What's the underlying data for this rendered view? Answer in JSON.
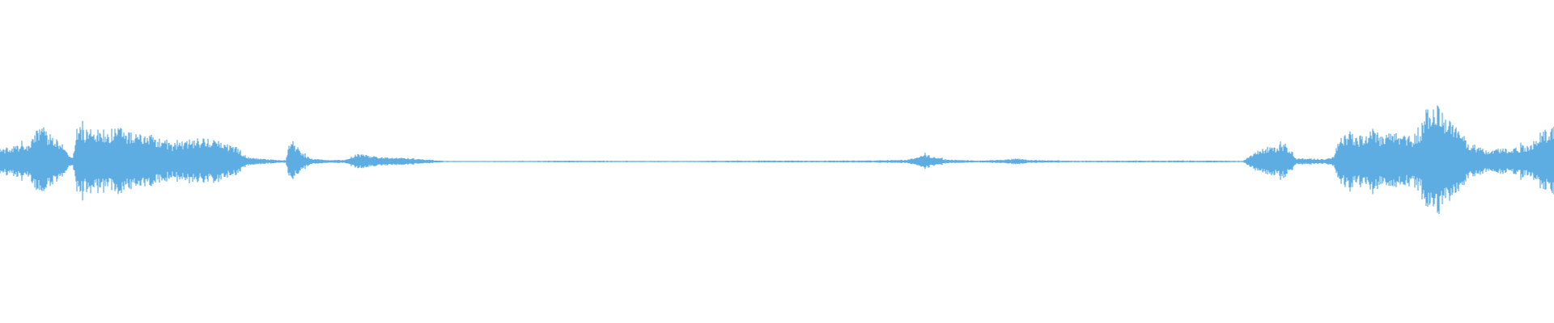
{
  "waveform": {
    "color": "#5dade2",
    "background": "#ffffff",
    "envelope": [
      [
        0.0,
        0.08
      ],
      [
        0.01,
        0.1
      ],
      [
        0.018,
        0.11
      ],
      [
        0.024,
        0.2
      ],
      [
        0.028,
        0.22
      ],
      [
        0.032,
        0.17
      ],
      [
        0.04,
        0.13
      ],
      [
        0.044,
        0.04
      ],
      [
        0.047,
        0.03
      ],
      [
        0.05,
        0.24
      ],
      [
        0.056,
        0.2
      ],
      [
        0.06,
        0.23
      ],
      [
        0.064,
        0.21
      ],
      [
        0.07,
        0.2
      ],
      [
        0.078,
        0.23
      ],
      [
        0.082,
        0.19
      ],
      [
        0.088,
        0.18
      ],
      [
        0.094,
        0.16
      ],
      [
        0.098,
        0.17
      ],
      [
        0.104,
        0.14
      ],
      [
        0.11,
        0.11
      ],
      [
        0.116,
        0.13
      ],
      [
        0.124,
        0.14
      ],
      [
        0.132,
        0.15
      ],
      [
        0.14,
        0.13
      ],
      [
        0.148,
        0.11
      ],
      [
        0.154,
        0.08
      ],
      [
        0.158,
        0.03
      ],
      [
        0.166,
        0.02
      ],
      [
        0.178,
        0.01
      ],
      [
        0.184,
        0.01
      ],
      [
        0.186,
        0.12
      ],
      [
        0.188,
        0.14
      ],
      [
        0.191,
        0.1
      ],
      [
        0.195,
        0.05
      ],
      [
        0.2,
        0.02
      ],
      [
        0.21,
        0.01
      ],
      [
        0.222,
        0.01
      ],
      [
        0.226,
        0.03
      ],
      [
        0.23,
        0.05
      ],
      [
        0.236,
        0.04
      ],
      [
        0.244,
        0.03
      ],
      [
        0.256,
        0.025
      ],
      [
        0.266,
        0.02
      ],
      [
        0.276,
        0.012
      ],
      [
        0.286,
        0.004
      ],
      [
        0.3,
        0.003
      ],
      [
        0.34,
        0.004
      ],
      [
        0.37,
        0.006
      ],
      [
        0.4,
        0.004
      ],
      [
        0.44,
        0.004
      ],
      [
        0.48,
        0.006
      ],
      [
        0.52,
        0.006
      ],
      [
        0.56,
        0.007
      ],
      [
        0.584,
        0.012
      ],
      [
        0.59,
        0.03
      ],
      [
        0.596,
        0.045
      ],
      [
        0.602,
        0.03
      ],
      [
        0.61,
        0.012
      ],
      [
        0.63,
        0.006
      ],
      [
        0.646,
        0.012
      ],
      [
        0.654,
        0.02
      ],
      [
        0.662,
        0.01
      ],
      [
        0.69,
        0.005
      ],
      [
        0.74,
        0.006
      ],
      [
        0.78,
        0.006
      ],
      [
        0.8,
        0.004
      ],
      [
        0.804,
        0.035
      ],
      [
        0.81,
        0.07
      ],
      [
        0.816,
        0.1
      ],
      [
        0.822,
        0.08
      ],
      [
        0.826,
        0.12
      ],
      [
        0.83,
        0.09
      ],
      [
        0.834,
        0.02
      ],
      [
        0.842,
        0.02
      ],
      [
        0.852,
        0.015
      ],
      [
        0.858,
        0.03
      ],
      [
        0.862,
        0.16
      ],
      [
        0.866,
        0.18
      ],
      [
        0.87,
        0.19
      ],
      [
        0.874,
        0.16
      ],
      [
        0.88,
        0.17
      ],
      [
        0.884,
        0.21
      ],
      [
        0.888,
        0.16
      ],
      [
        0.894,
        0.18
      ],
      [
        0.9,
        0.19
      ],
      [
        0.906,
        0.17
      ],
      [
        0.91,
        0.15
      ],
      [
        0.914,
        0.2
      ],
      [
        0.918,
        0.37
      ],
      [
        0.922,
        0.33
      ],
      [
        0.926,
        0.36
      ],
      [
        0.93,
        0.3
      ],
      [
        0.934,
        0.24
      ],
      [
        0.94,
        0.18
      ],
      [
        0.946,
        0.12
      ],
      [
        0.952,
        0.09
      ],
      [
        0.958,
        0.07
      ],
      [
        0.966,
        0.09
      ],
      [
        0.972,
        0.08
      ],
      [
        0.978,
        0.1
      ],
      [
        0.986,
        0.12
      ],
      [
        0.992,
        0.19
      ],
      [
        1.0,
        0.23
      ]
    ]
  }
}
